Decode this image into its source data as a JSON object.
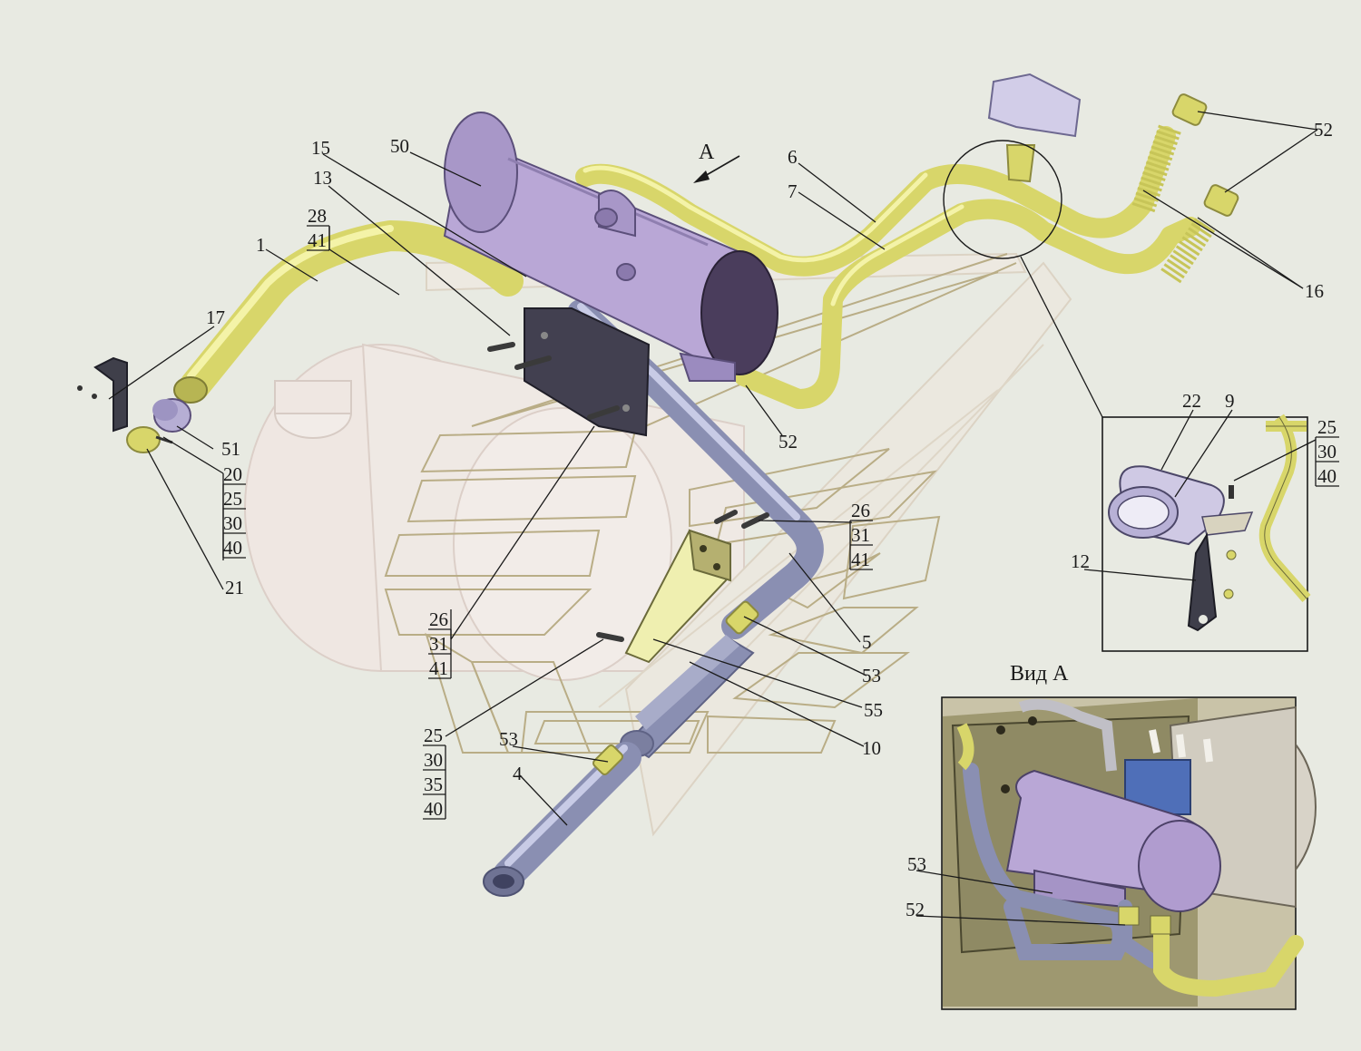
{
  "view_a": {
    "title": "Вид А"
  },
  "arrow_label": "А",
  "callouts": {
    "c1": "1",
    "c4": "4",
    "c5": "5",
    "c6": "6",
    "c7": "7",
    "c10": "10",
    "c13": "13",
    "c15": "15",
    "c16": "16",
    "c17": "17",
    "c21": "21",
    "c50": "50",
    "c51": "51",
    "c52_top": "52",
    "c52_mid": "52",
    "c53_mid": "53",
    "c53_low": "53",
    "c55": "55",
    "detail_22": "22",
    "detail_9": "9",
    "detail_12": "12",
    "view_a_53": "53",
    "view_a_52": "52"
  },
  "stacks": {
    "s_28_41": [
      "28",
      "41"
    ],
    "s_20_40": [
      "20",
      "25",
      "30",
      "40"
    ],
    "s_26_41_right": [
      "26",
      "31",
      "41"
    ],
    "s_26_41_left": [
      "26",
      "31",
      "41"
    ],
    "s_25_40_left": [
      "25",
      "30",
      "35",
      "40"
    ],
    "s_25_40_detail": [
      "25",
      "30",
      "40"
    ]
  },
  "colors": {
    "background": "#e8eae2",
    "pipe_yellow": "#d8d66a",
    "pipe_blue": "#8a8fb2",
    "heater_violet": "#b9a7d6",
    "ghost_frame": "#b9ad86"
  }
}
